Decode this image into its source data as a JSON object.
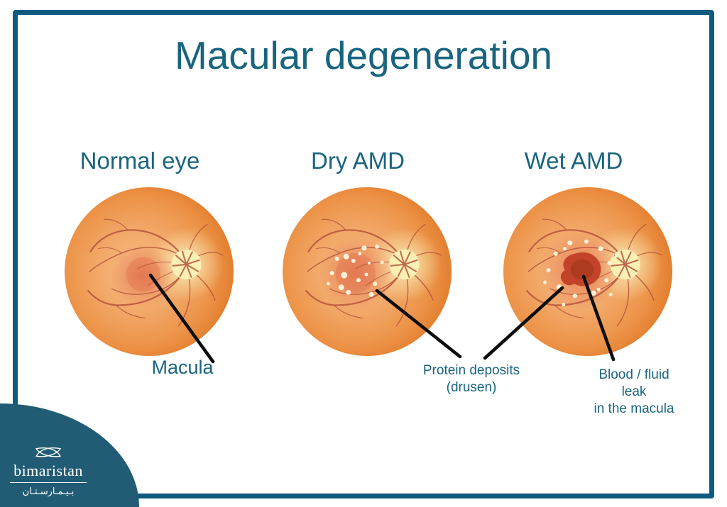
{
  "title": "Macular degeneration",
  "columns": [
    {
      "label": "Normal eye"
    },
    {
      "label": "Dry AMD"
    },
    {
      "label": "Wet AMD"
    }
  ],
  "annotations": {
    "macula": "Macula",
    "drusen_line1": "Protein deposits",
    "drusen_line2": "(drusen)",
    "blood_line1": "Blood / fluid leak",
    "blood_line2": "in the macula"
  },
  "logo": {
    "name": "bimaristan",
    "arabic": "بـيـمـارسـتـان"
  },
  "icons": {
    "logo_icon": "crossed-leaves-icon"
  },
  "colors": {
    "teal": "#19647f",
    "frame": "#0d5c80",
    "logo-bg": "#215c74",
    "pointer": "#0d0d0d",
    "eye-rim": "#dc7226",
    "eye-light": "#f6bd85",
    "optic-disc": "#f9f0b4",
    "vessel": "#b5543c",
    "macula": "#e8835a",
    "drusen": "#fbf0d6",
    "blood": "#c2432a"
  }
}
